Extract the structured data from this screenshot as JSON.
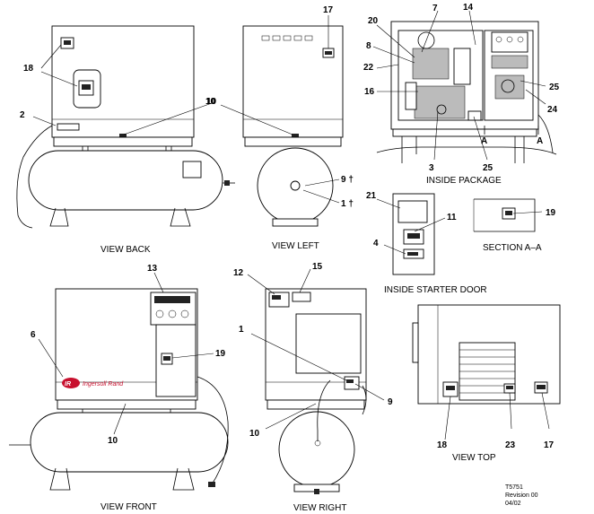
{
  "views": {
    "back": "VIEW BACK",
    "left": "VIEW LEFT",
    "inside_package": "INSIDE PACKAGE",
    "inside_starter_door": "INSIDE STARTER DOOR",
    "section_aa": "SECTION  A–A",
    "front": "VIEW FRONT",
    "right": "VIEW RIGHT",
    "top": "VIEW TOP"
  },
  "callouts": {
    "back": [
      "18",
      "2",
      "10"
    ],
    "left": [
      "17",
      "10",
      "9 †",
      "1 †"
    ],
    "inside": [
      "20",
      "7",
      "14",
      "8",
      "22",
      "16",
      "25",
      "24",
      "3",
      "25",
      "A",
      "A"
    ],
    "door": [
      "21",
      "11",
      "4"
    ],
    "section": [
      "19"
    ],
    "front": [
      "13",
      "6",
      "19",
      "10"
    ],
    "right": [
      "12",
      "15",
      "1",
      "9",
      "10"
    ],
    "top": [
      "18",
      "23",
      "17"
    ]
  },
  "brand": "Ingersoll Rand",
  "brand_mark": "IR",
  "doc_info": {
    "drawing_no": "T5751",
    "revision": "Revision 00",
    "date": "04/02"
  }
}
